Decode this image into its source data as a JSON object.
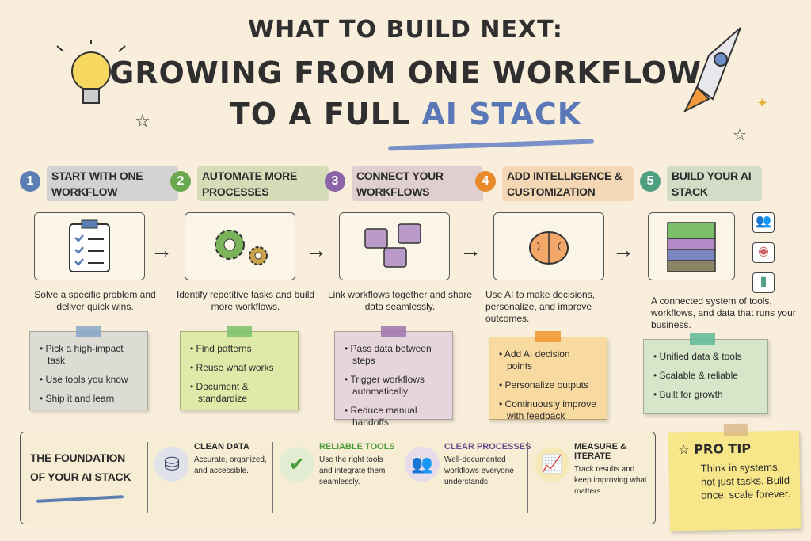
{
  "title": {
    "line1": "What to Build Next:",
    "line2": "Growing From One Workflow",
    "line3_prefix": "to a Full ",
    "line3_highlight": "AI Stack"
  },
  "colors": {
    "blue": "#5b7fb3",
    "green": "#6aa84f",
    "purple": "#8c64a8",
    "orange": "#e8892b",
    "teal": "#4f9f80",
    "accent": "#5a78b8"
  },
  "steps": [
    {
      "number": "1",
      "title": "Start with One Workflow",
      "icon": "clipboard-checklist-icon",
      "description": "Solve a specific problem and deliver quick wins.",
      "bullets": [
        "Pick a high-impact task",
        "Use tools you know",
        "Ship it and learn"
      ]
    },
    {
      "number": "2",
      "title": "Automate More Processes",
      "icon": "gears-icon",
      "description": "Identify repetitive tasks and build more workflows.",
      "bullets": [
        "Find patterns",
        "Reuse what works",
        "Document & standardize"
      ]
    },
    {
      "number": "3",
      "title": "Connect Your Workflows",
      "icon": "puzzle-pieces-icon",
      "description": "Link workflows together and share data seamlessly.",
      "bullets": [
        "Pass data between steps",
        "Trigger workflows automatically",
        "Reduce manual handoffs"
      ]
    },
    {
      "number": "4",
      "title": "Add Intelligence & Customization",
      "icon": "brain-icon",
      "description": "Use AI to make decisions, personalize, and improve outcomes.",
      "bullets": [
        "Add AI decision points",
        "Personalize outputs",
        "Continuously improve with feedback"
      ]
    },
    {
      "number": "5",
      "title": "Build Your AI Stack",
      "icon": "layered-stack-icon",
      "description": "A connected system of tools, workflows, and data that runs your business.",
      "bullets": [
        "Unified data & tools",
        "Scalable & reliable",
        "Built for growth"
      ]
    }
  ],
  "foundation": {
    "title": "The Foundation of Your AI Stack",
    "items": [
      {
        "title": "Clean Data",
        "icon": "database-icon",
        "text": "Accurate, organized, and accessible."
      },
      {
        "title": "Reliable Tools",
        "icon": "shield-check-icon",
        "text": "Use the right tools and integrate them seamlessly."
      },
      {
        "title": "Clear Processes",
        "icon": "people-icon",
        "text": "Well-documented workflows everyone understands."
      },
      {
        "title": "Measure & Iterate",
        "icon": "bar-chart-up-icon",
        "text": "Track results and keep improving what matters."
      }
    ]
  },
  "pro_tip": {
    "title": "Pro Tip",
    "text": "Think in systems, not just tasks. Build once, scale forever."
  }
}
